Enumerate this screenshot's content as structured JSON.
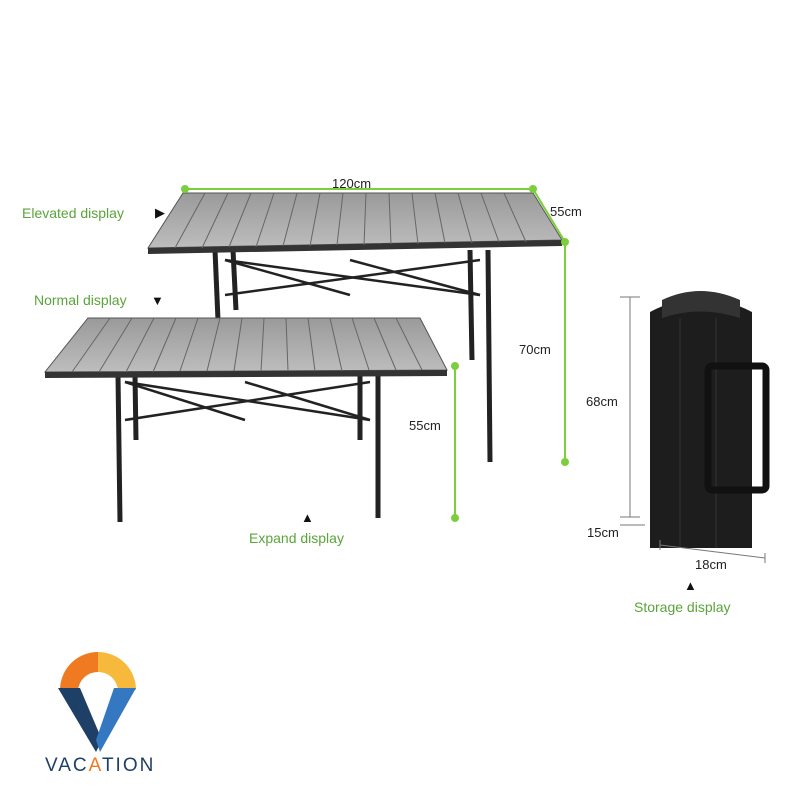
{
  "dimensions": {
    "table_length": "120cm",
    "table_width": "55cm",
    "elevated_height": "70cm",
    "normal_height": "55cm",
    "bag_height": "68cm",
    "bag_depth": "15cm",
    "bag_width": "18cm"
  },
  "labels": {
    "elevated": "Elevated display",
    "normal": "Normal display",
    "expand": "Expand display",
    "storage": "Storage display"
  },
  "markers": {
    "right": "▶",
    "down": "▼",
    "up": "▲"
  },
  "logo": {
    "text_pre": "VAC",
    "text_accent": "A",
    "text_post": "TION"
  },
  "colors": {
    "label_green": "#5aa53a",
    "dimension_line": "#7ccf3c",
    "logo_orange": "#f07a22",
    "logo_yellow": "#f6b93b",
    "logo_navy": "#1e3f66",
    "logo_blue": "#3578c2"
  }
}
